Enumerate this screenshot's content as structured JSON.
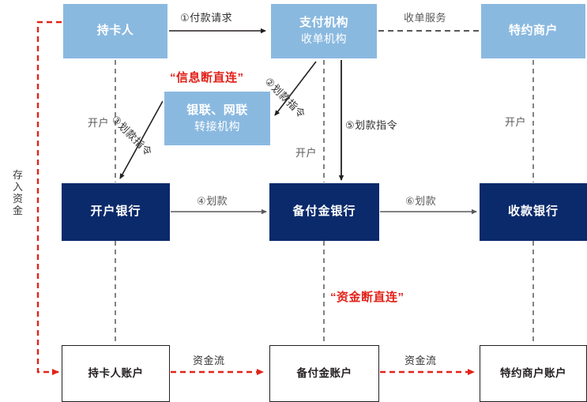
{
  "diagram": {
    "title_red_upper": "“信息断直连”",
    "title_red_lower": "“资金断直连”",
    "nodes": {
      "cardholder": {
        "label": "持卡人",
        "sub": ""
      },
      "payment_institution": {
        "label": "支付机构",
        "sub": "收单机构"
      },
      "merchant": {
        "label": "特约商户",
        "sub": ""
      },
      "switch_institution": {
        "label": "银联、网联",
        "sub": "转接机构"
      },
      "issuing_bank": {
        "label": "开户银行"
      },
      "reserve_bank": {
        "label": "备付金银行"
      },
      "receiving_bank": {
        "label": "收款银行"
      },
      "cardholder_account": {
        "label": "持卡人账户"
      },
      "reserve_account": {
        "label": "备付金账户"
      },
      "merchant_account": {
        "label": "特约商户账户"
      }
    },
    "edge_labels": {
      "payment_request": "①付款请求",
      "acquiring_service": "收单服务",
      "instruction_2": "②划款指令",
      "instruction_3": "③划款指令",
      "instruction_5": "⑤划款指令",
      "transfer_4": "④划款",
      "transfer_6": "⑥划款",
      "open_account_left": "开户",
      "open_account_mid": "开户",
      "open_account_right": "开户",
      "deposit_funds": "存入资金",
      "fund_flow_left": "资金流",
      "fund_flow_right": "资金流"
    },
    "colors": {
      "blue_fill": "#8ab9e0",
      "navy_fill": "#0b2a6b",
      "red_accent": "#e2231a",
      "line_dark": "#231f20",
      "line_gray": "#58595b",
      "background": "#ffffff"
    }
  }
}
